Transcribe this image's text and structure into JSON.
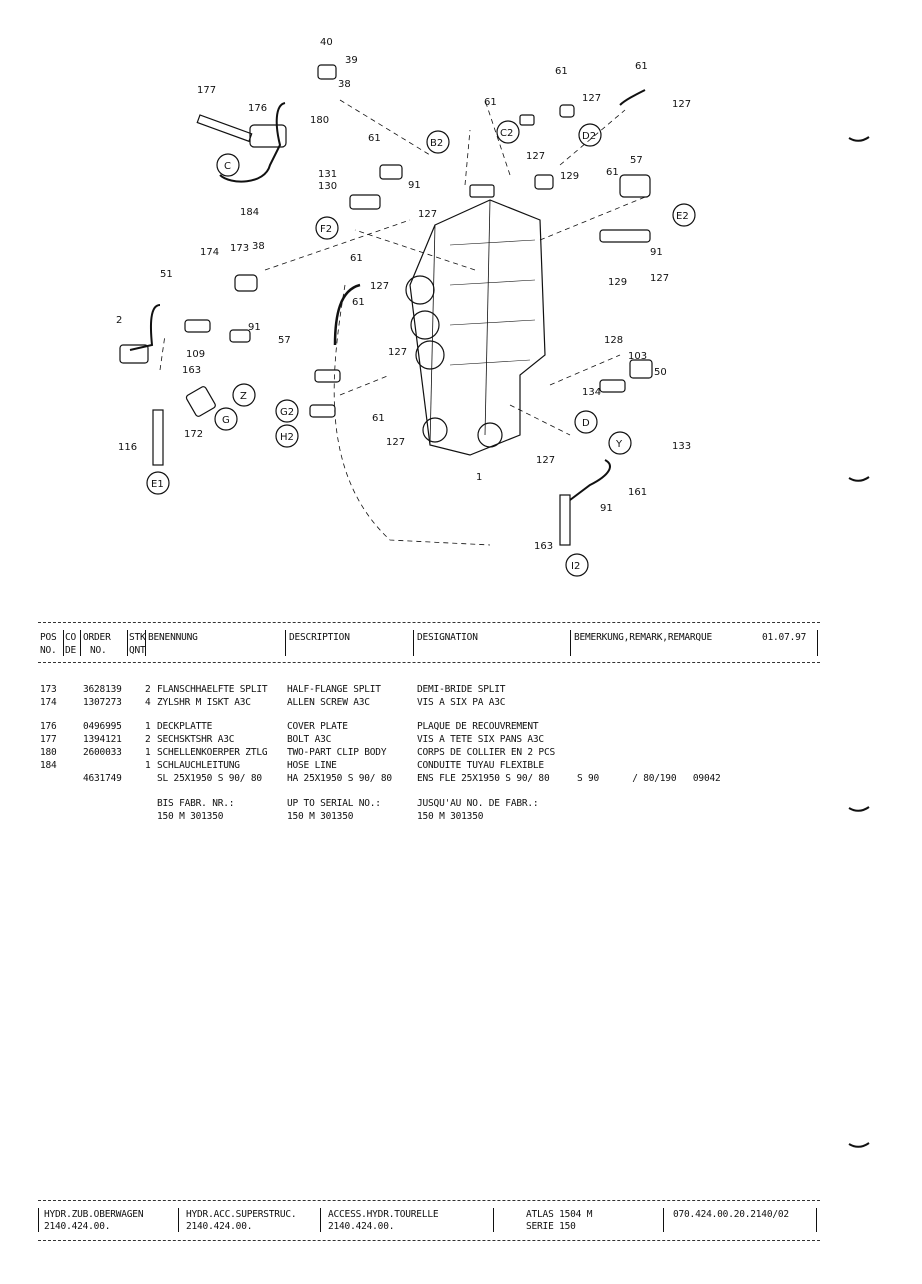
{
  "header": {
    "pos": "POS",
    "no": "NO.",
    "co": "CO",
    "de": "DE",
    "order": "ORDER",
    "order_no": "NO.",
    "stk": "STK",
    "qnt": "QNT",
    "benennung": "BENENNUNG",
    "description": "DESCRIPTION",
    "designation": "DESIGNATION",
    "remark": "BEMERKUNG,REMARK,REMARQUE",
    "date": "01.07.97"
  },
  "rows": [
    {
      "pos": "173",
      "order": "3628139",
      "qty": "2",
      "de": "FLANSCHHAELFTE SPLIT",
      "en": "HALF-FLANGE SPLIT",
      "fr": "DEMI-BRIDE SPLIT",
      "rem": ""
    },
    {
      "pos": "174",
      "order": "1307273",
      "qty": "4",
      "de": "ZYLSHR M ISKT A3C",
      "en": "ALLEN SCREW A3C",
      "fr": "VIS A SIX PA A3C",
      "rem": ""
    },
    {
      "pos": "176",
      "order": "0496995",
      "qty": "1",
      "de": "DECKPLATTE",
      "en": "COVER PLATE",
      "fr": "PLAQUE DE RECOUVREMENT",
      "rem": ""
    },
    {
      "pos": "177",
      "order": "1394121",
      "qty": "2",
      "de": "SECHSKTSHR A3C",
      "en": "BOLT A3C",
      "fr": "VIS A TETE SIX PANS A3C",
      "rem": ""
    },
    {
      "pos": "180",
      "order": "2600033",
      "qty": "1",
      "de": "SCHELLENKOERPER ZTLG",
      "en": "TWO-PART CLIP BODY",
      "fr": "CORPS DE COLLIER EN 2 PCS",
      "rem": ""
    },
    {
      "pos": "184",
      "order": "",
      "qty": "1",
      "de": "SCHLAUCHLEITUNG",
      "en": "HOSE LINE",
      "fr": "CONDUITE TUYAU FLEXIBLE",
      "rem": ""
    },
    {
      "pos": "",
      "order": "4631749",
      "qty": "",
      "de": "SL 25X1950 S 90/ 80",
      "en": "HA 25X1950 S 90/ 80",
      "fr": "ENS FLE 25X1950 S 90/ 80",
      "rem": "S 90      / 80/190   09042"
    },
    {
      "pos": "",
      "order": "",
      "qty": "",
      "de": "BIS FABR. NR.:",
      "en": "UP TO SERIAL NO.:",
      "fr": "JUSQU'AU NO. DE FABR.:",
      "rem": ""
    },
    {
      "pos": "",
      "order": "",
      "qty": "",
      "de": "150 M 301350",
      "en": "150 M 301350",
      "fr": "150 M 301350",
      "rem": ""
    }
  ],
  "footer": {
    "de_title": "HYDR.ZUB.OBERWAGEN",
    "de_code": "2140.424.00.",
    "en_title": "HYDR.ACC.SUPERSTRUC.",
    "en_code": "2140.424.00.",
    "fr_title": "ACCESS.HYDR.TOURELLE",
    "fr_code": "2140.424.00.",
    "model": "ATLAS 1504 M",
    "series": "SERIE 150",
    "docno": "070.424.00.20.2140/02"
  },
  "diagram_labels": {
    "l40": "40",
    "l39": "39",
    "l38a": "38",
    "l177": "177",
    "l176": "176",
    "l180": "180",
    "lC": "C",
    "l184": "184",
    "l131": "131",
    "l130": "130",
    "l61a": "61",
    "l91a": "91",
    "lB2": "B2",
    "lC2": "C2",
    "lD2": "D2",
    "l61b": "61",
    "l61c": "61",
    "l127a": "127",
    "l127b": "127",
    "l61d": "61",
    "l127c": "127",
    "l129a": "129",
    "l57a": "57",
    "l61e": "61",
    "lF2": "F2",
    "l127d": "127",
    "lE2": "E2",
    "l91b": "91",
    "l127e": "127",
    "l129b": "129",
    "l174": "174",
    "l173": "173",
    "l38b": "38",
    "l51": "51",
    "l61f": "61",
    "l127f": "127",
    "l61g": "61",
    "l2": "2",
    "l91c": "91",
    "l57b": "57",
    "l109": "109",
    "l163a": "163",
    "l127g": "127",
    "lZ": "Z",
    "l128": "128",
    "l103": "103",
    "l50": "50",
    "l134": "134",
    "lG2": "G2",
    "lH2": "H2",
    "l61h": "61",
    "l127h": "127",
    "l172": "172",
    "lG": "G",
    "lD": "D",
    "lY": "Y",
    "l133": "133",
    "l116": "116",
    "lE1": "E1",
    "l1": "1",
    "l127i": "127",
    "l161": "161",
    "l91d": "91",
    "l163b": "163",
    "lI2": "I2"
  }
}
